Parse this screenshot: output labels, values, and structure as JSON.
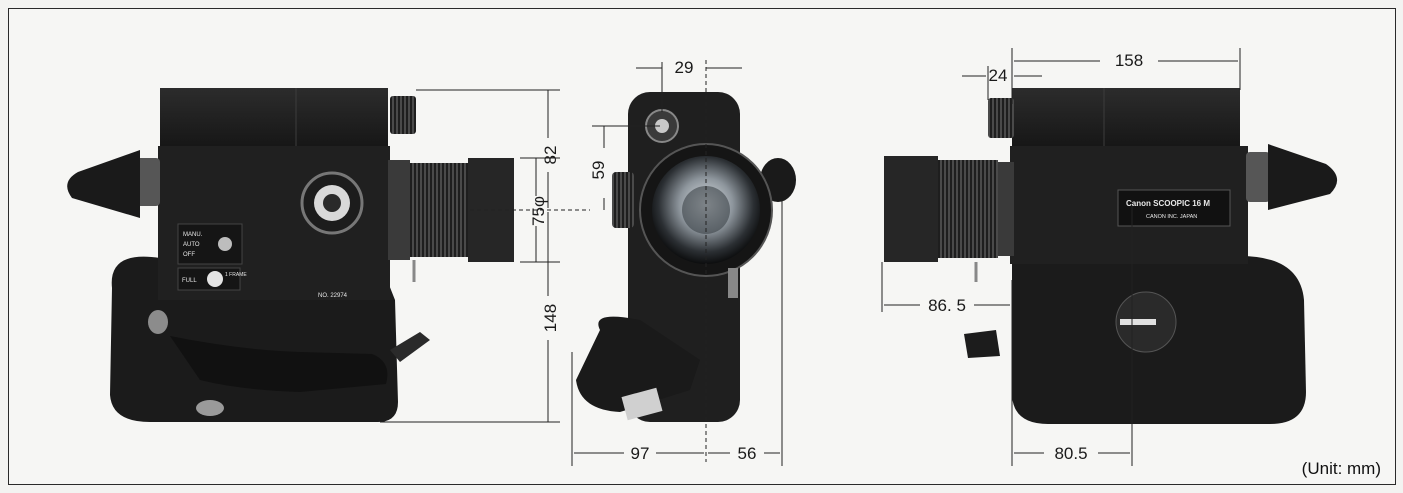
{
  "dimensions": {
    "left_top_height": "82",
    "left_lens_diameter": "75φ",
    "left_body_height": "148",
    "front_width_top": "29",
    "front_lens_height": "59",
    "front_bottom_left": "97",
    "front_bottom_right": "56",
    "right_top_length": "158",
    "right_top_offset": "24",
    "right_lens_length": "86. 5",
    "right_bottom_length": "80.5"
  },
  "camera_labels": {
    "brand": "Canon SCOOPIC 16 M",
    "maker": "CANON INC.  JAPAN",
    "serial": "NO. 22974",
    "mode_manu": "MANU.",
    "mode_auto": "AUTO",
    "mode_off": "OFF",
    "run_full": "FULL",
    "run_frame": "1 FRAME"
  },
  "unit_note": "(Unit: mm)"
}
